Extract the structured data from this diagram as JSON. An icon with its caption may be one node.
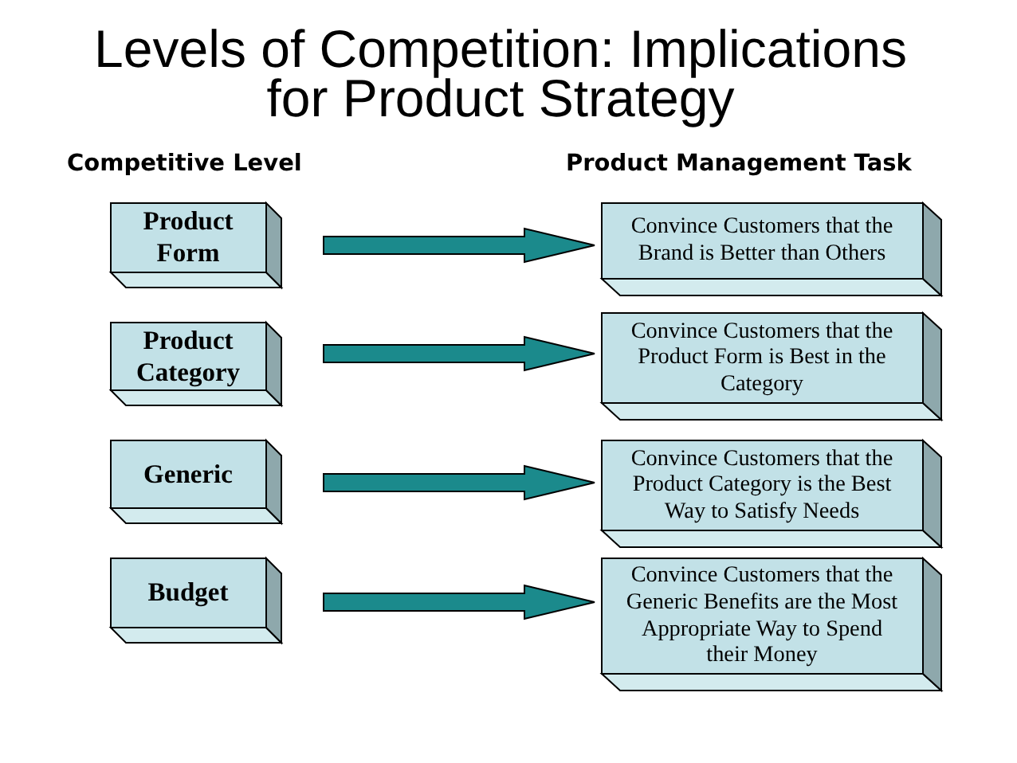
{
  "diagram": {
    "title": "Levels of Competition: Implications for Product Strategy",
    "nodes": [
      {
        "text": [
          "Product Form"
        ]
      },
      {
        "text": [
          "Product Category"
        ]
      },
      {
        "text": [
          "Generic"
        ]
      },
      {
        "text": [
          "Budget"
        ]
      },
      {
        "text": [
          "Convince Customers that the Brand is Better than Others"
        ]
      },
      {
        "text": [
          "Convince Customers that the Product Form is Best in the Category"
        ]
      },
      {
        "text": [
          "Convince Customers that the Product Category is the Best Way to Satisfy Needs"
        ]
      },
      {
        "text": [
          "Convince Customers that the Generic Benefits are the Most Appropriate Way to Spend their Money"
        ]
      }
    ],
    "edges": [
      {
        "from": 0,
        "to": 4,
        "arrow": "to"
      },
      {
        "from": 1,
        "to": 5,
        "arrow": "to"
      },
      {
        "from": 2,
        "to": 6,
        "arrow": "to"
      },
      {
        "from": 3,
        "to": 7,
        "arrow": "to"
      }
    ],
    "labels": [
      "Competitive Level",
      "Product Management Task"
    ]
  }
}
